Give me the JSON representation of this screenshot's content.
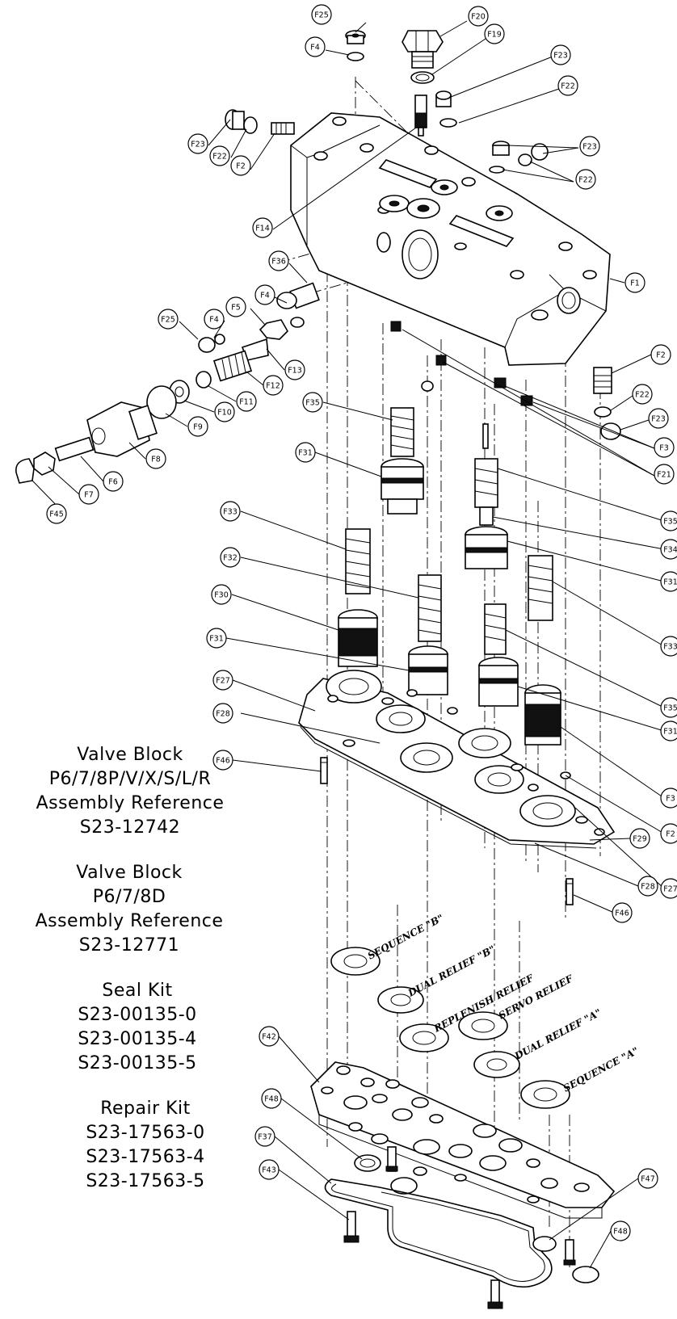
{
  "reference_blocks": [
    {
      "lines": [
        "Valve Block",
        "P6/7/8P/V/X/S/L/R",
        "Assembly Reference",
        "S23-12742"
      ]
    },
    {
      "lines": [
        "Valve Block",
        "P6/7/8D",
        "Assembly Reference",
        "S23-12771"
      ]
    },
    {
      "lines": [
        "Seal Kit",
        "S23-00135-0",
        "S23-00135-4",
        "S23-00135-5"
      ]
    },
    {
      "lines": [
        "Repair Kit",
        "S23-17563-0",
        "S23-17563-4",
        "S23-17563-5"
      ]
    }
  ],
  "port_labels": [
    "SEQUENCE \"B\"",
    "DUAL RELIEF \"B\"",
    "REPLENISH RELIEF",
    "SERVO RELIEF",
    "DUAL RELIEF \"A\"",
    "SEQUENCE \"A\""
  ],
  "callouts": [
    "F25",
    "F20",
    "F19",
    "F4",
    "F23",
    "F22",
    "F23",
    "F22",
    "F2",
    "F23",
    "F22",
    "F14",
    "F1",
    "F36",
    "F4",
    "F5",
    "F25",
    "F4",
    "F13",
    "F12",
    "F11",
    "F10",
    "F9",
    "F8",
    "F6",
    "F7",
    "F45",
    "F2",
    "F22",
    "F23",
    "F3",
    "F35",
    "F21",
    "F31",
    "F33",
    "F35",
    "F34",
    "F31",
    "F32",
    "F30",
    "F33",
    "F31",
    "F27",
    "F35",
    "F28",
    "F31",
    "F46",
    "F3",
    "F29",
    "F2",
    "F27",
    "F28",
    "F46",
    "F42",
    "F48",
    "F37",
    "F43",
    "F47",
    "F48"
  ]
}
